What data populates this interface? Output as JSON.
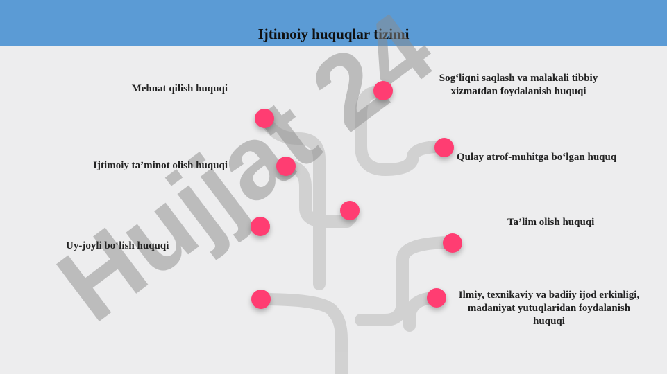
{
  "title": "Ijtimoiy huquqlar tizimi",
  "watermark": {
    "text": "Hujjat 24",
    "color_main": "#8c8c8c",
    "color_accent": "#a78bf0"
  },
  "colors": {
    "header": "#5b9bd5",
    "dot": "#ff3d72",
    "background": "#ededee",
    "path": "#cdcdcd"
  },
  "rights": [
    {
      "label": "Mehnat qilish huquqi"
    },
    {
      "label": "Ijtimoiy ta’minot olish huquqi"
    },
    {
      "label": "Uy-joyli bo‘lish huquqi"
    },
    {
      "label": "Sog‘liqni saqlash va malakali tibbiy xizmatdan foydalanish huquqi"
    },
    {
      "label": "Qulay atrof-muhitga bo‘lgan huquq"
    },
    {
      "label": "Ta’lim olish huquqi"
    },
    {
      "label": "Ilmiy, texnikaviy va badiiy ijod erkinligi, madaniyat yutuqlaridan foydalanish huquqi"
    }
  ]
}
